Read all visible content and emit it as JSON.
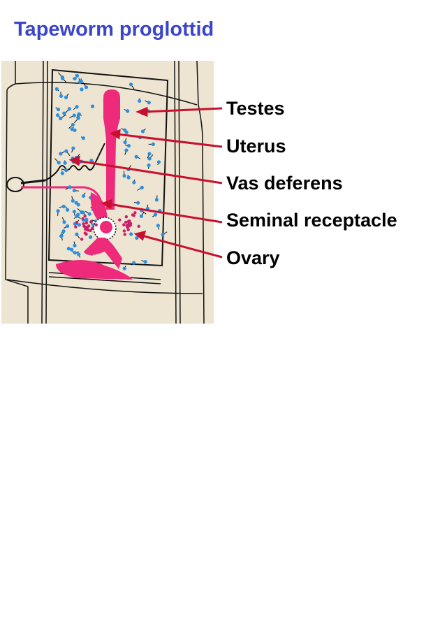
{
  "title": "Tapeworm proglottid",
  "labels": {
    "testes": "Testes",
    "uterus": "Uterus",
    "vas_deferens": "Vas deferens",
    "seminal_receptacle": "Seminal receptacle",
    "ovary": "Ovary"
  },
  "colors": {
    "title": "#3c45c8",
    "arrow": "#c8102e",
    "tissue": "#ede4d1",
    "organ_pink": "#ee2a7b",
    "testes_blue": "#2a8fe0"
  }
}
